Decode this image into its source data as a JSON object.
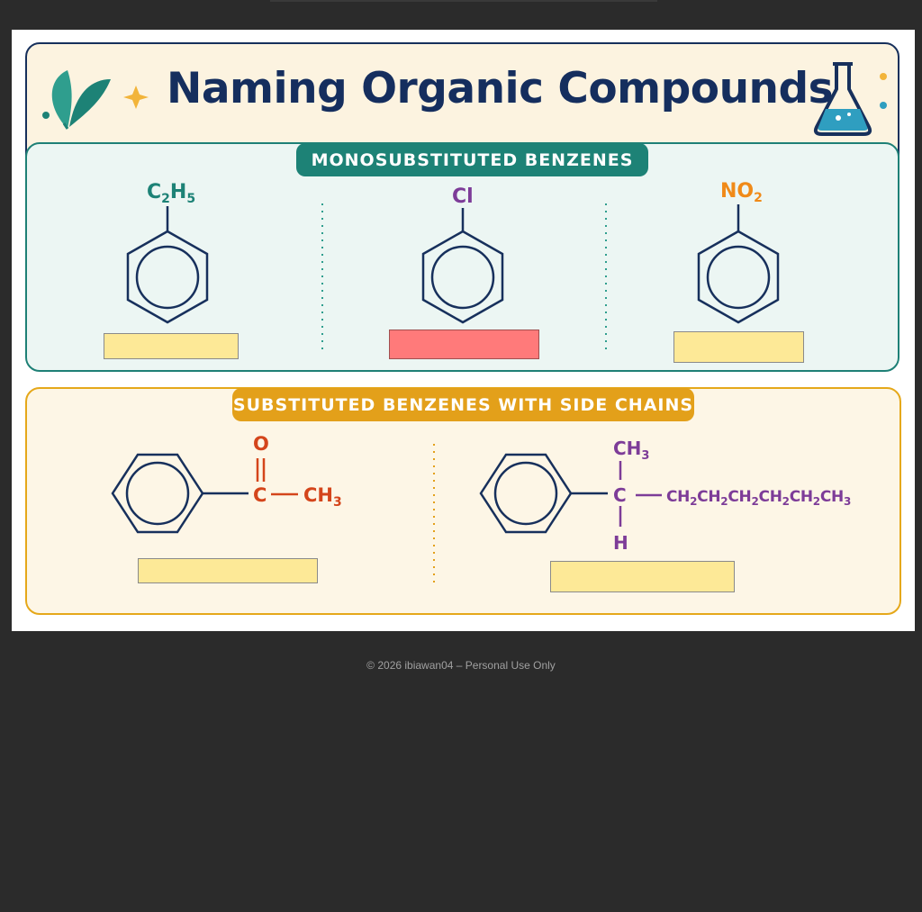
{
  "title": "Naming Organic Compounds",
  "sections": {
    "monosubstituted": "MONOSUBSTITUTED BENZENES",
    "side_chains": "SUBSTITUTED BENZENES WITH SIDE CHAINS"
  },
  "molecules": {
    "m1": {
      "sub": "C",
      "sub2": "2",
      "sub3": "H",
      "sub4": "5"
    },
    "m2": {
      "sub": "Cl"
    },
    "m3": {
      "sub": "NO",
      "sub2": "2"
    },
    "m4": {
      "o": "O",
      "c": "C",
      "ch": "CH",
      "three": "3"
    },
    "m5": {
      "top_ch": "CH",
      "top_3": "3",
      "c": "C",
      "h": "H",
      "chain": [
        [
          "CH",
          "2"
        ],
        [
          "CH",
          "2"
        ],
        [
          "CH",
          "2"
        ],
        [
          "CH",
          "2"
        ],
        [
          "CH",
          "2"
        ],
        [
          "CH",
          "3"
        ]
      ]
    }
  },
  "answers": [
    {
      "state": "empty"
    },
    {
      "state": "incorrect"
    },
    {
      "state": "empty"
    },
    {
      "state": "empty"
    },
    {
      "state": "empty"
    }
  ],
  "colors": {
    "navy": "#17305c",
    "teal": "#1d8276",
    "purple": "#7d3c98",
    "orange": "#f08a18",
    "red": "#d4451b",
    "gold": "#e3a01a"
  },
  "footer": "© 2026 ibiawan04 – Personal Use Only"
}
